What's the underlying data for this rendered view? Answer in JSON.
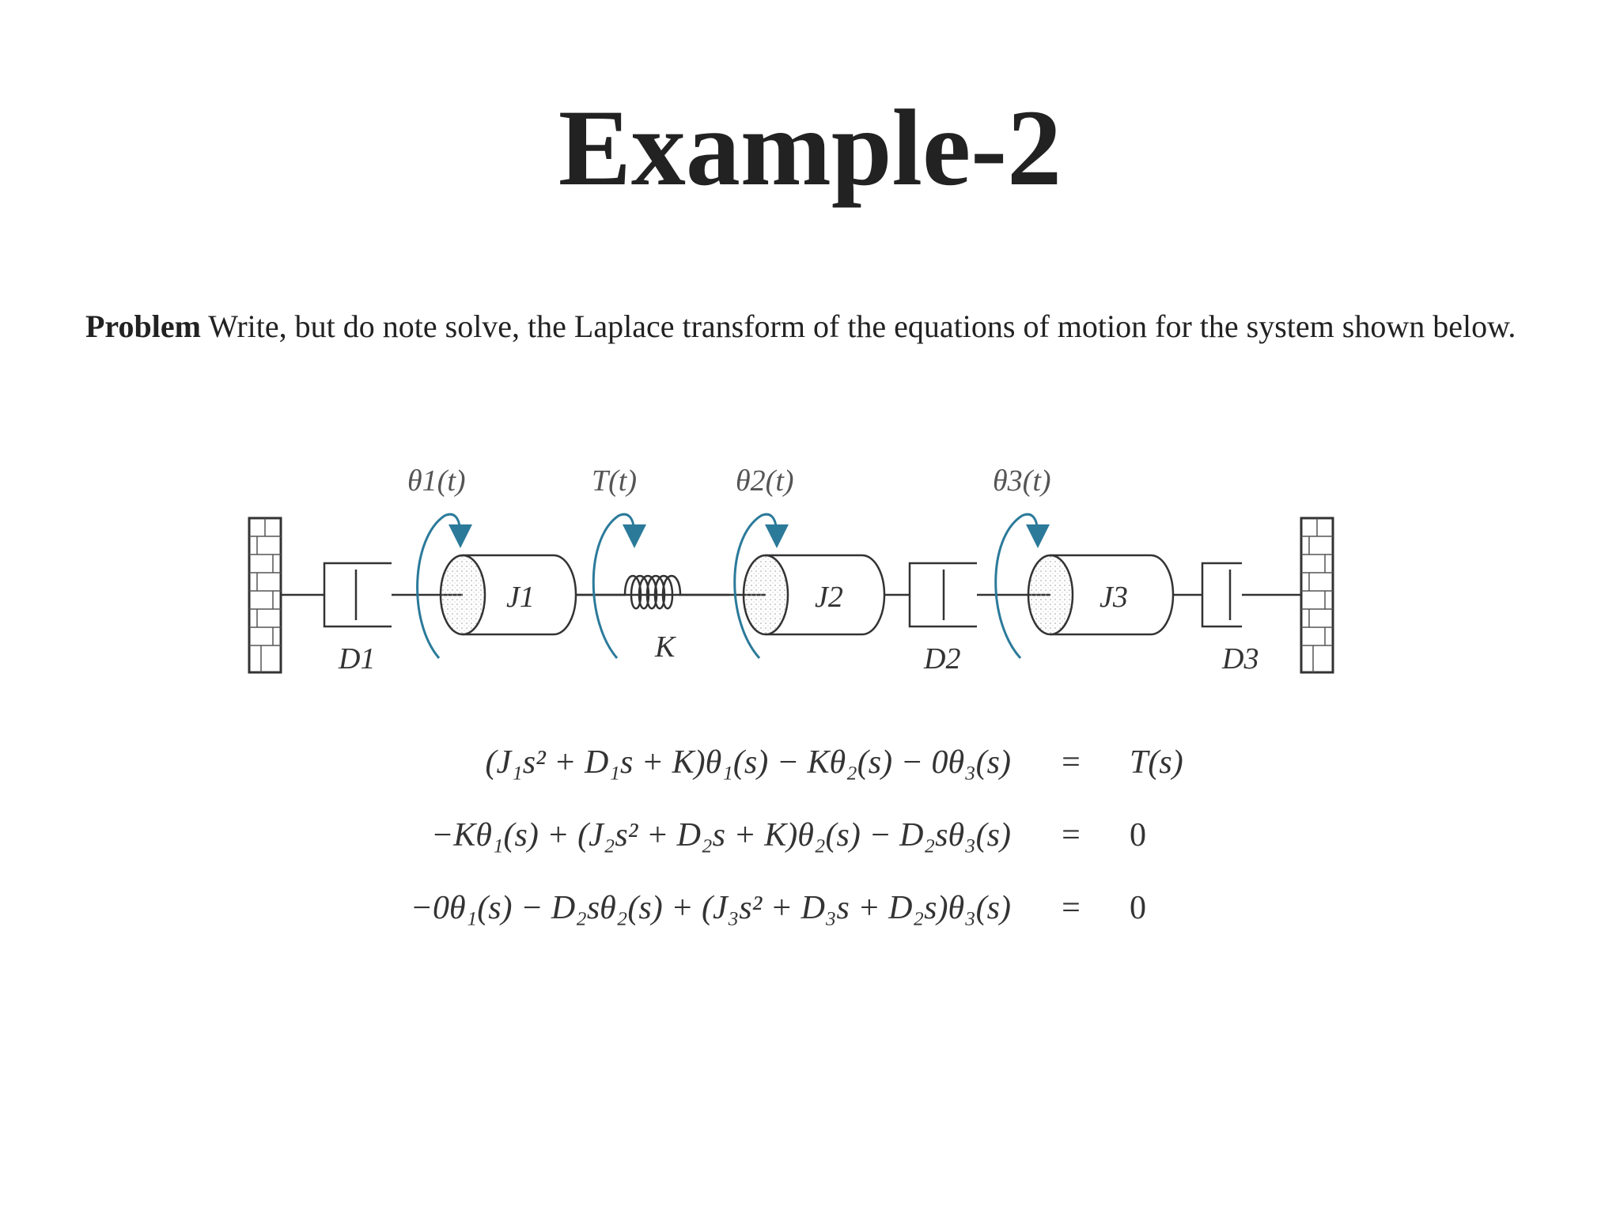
{
  "slide": {
    "title": "Example-2",
    "problem_label": "Problem",
    "problem_text": "Write, but do note solve, the Laplace transform of the equations of motion for the system shown below."
  },
  "diagram": {
    "labels": {
      "theta1": "θ1(t)",
      "torque": "T(t)",
      "theta2": "θ2(t)",
      "theta3": "θ3(t)",
      "j1": "J1",
      "j2": "J2",
      "j3": "J3",
      "k": "K",
      "d1": "D1",
      "d2": "D2",
      "d3": "D3"
    },
    "colors": {
      "arrow": "#2b7a9a",
      "line": "#333333"
    }
  },
  "equations": [
    {
      "lhs": "(J₁s² + D₁s + K)θ₁(s) − Kθ₂(s) − 0θ₃(s)",
      "sign": "=",
      "rhs": "T(s)"
    },
    {
      "lhs": "−Kθ₁(s) + (J₂s² + D₂s + K)θ₂(s) − D₂sθ₃(s)",
      "sign": "=",
      "rhs": "0"
    },
    {
      "lhs": "−0θ₁(s) − D₂sθ₂(s) + (J₃s² + D₃s + D₂s)θ₃(s)",
      "sign": "=",
      "rhs": "0"
    }
  ]
}
